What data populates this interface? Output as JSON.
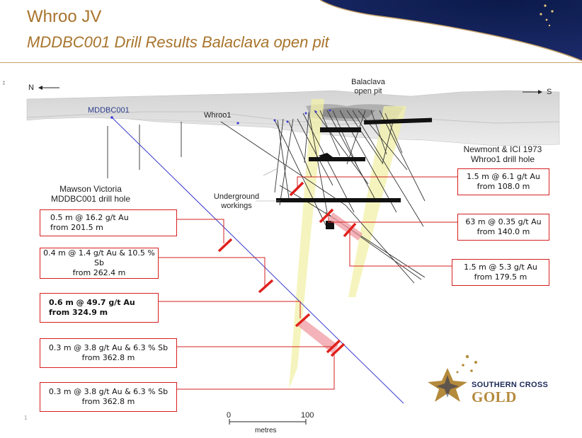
{
  "header": {
    "title": "Whroo JV",
    "subtitle": "MDDBC001 Drill Results Balaclava open pit"
  },
  "section": {
    "north_label": "N",
    "south_label": "S",
    "pit_label_line1": "Balaclava",
    "pit_label_line2": "open pit",
    "hole_mddbc001": "MDDBC001",
    "hole_whroo1": "Whroo1",
    "mawson_line1": "Mawson Victoria",
    "mawson_line2": "MDDBC001 drill hole",
    "newmont_line1": "Newmont & ICI 1973",
    "newmont_line2": "Whroo1 drill hole",
    "underground_line1": "Underground",
    "underground_line2": "workings"
  },
  "results_left": [
    {
      "line1": "0.5 m @ 16.2 g/t Au",
      "line2": "from 201.5 m",
      "bold": false
    },
    {
      "line1": "0.4 m @ 1.4 g/t Au & 10.5 % Sb",
      "line2": "from 262.4 m",
      "bold": false
    },
    {
      "line1": "0.6 m @ 49.7 g/t Au",
      "line2": "from 324.9 m",
      "bold": true
    },
    {
      "line1": "0.3 m @ 3.8 g/t Au & 6.3 % Sb",
      "line2": "from 362.8 m",
      "bold": false
    },
    {
      "line1": "0.3 m @ 3.8 g/t Au & 6.3 % Sb",
      "line2": "from 362.8 m",
      "bold": false
    }
  ],
  "results_right": [
    {
      "line1": "1.5 m @ 6.1 g/t Au",
      "line2": "from 108.0 m"
    },
    {
      "line1": "63 m @ 0.35 g/t Au",
      "line2": "from 140.0 m"
    },
    {
      "line1": "1.5 m @ 5.3 g/t Au",
      "line2": "from 179.5 m"
    }
  ],
  "scale": {
    "start": "0",
    "end": "100",
    "unit": "metres"
  },
  "brand": {
    "line1": "SOUTHERN CROSS",
    "line2": "GOLD",
    "logo_icon": "southern-cross-star-icon"
  },
  "page_number": "1",
  "colors": {
    "accent": "#a8742c",
    "navy": "#1c2a5a",
    "highlight_red": "#e0201c",
    "box_border": "#d62020",
    "hole_blue": "#3a3ad0"
  }
}
